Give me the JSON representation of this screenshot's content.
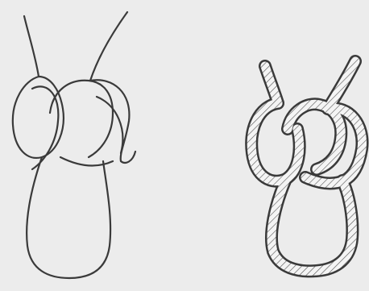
{
  "figure": {
    "background_color": "#ececec",
    "stroke_color": "#3a3a3a",
    "rope_fill_color": "#f4f4f4",
    "panels": [
      {
        "id": "line-drawing",
        "style": "single-line knot diagram"
      },
      {
        "id": "rope-drawing",
        "style": "textured rope knot diagram"
      }
    ]
  }
}
